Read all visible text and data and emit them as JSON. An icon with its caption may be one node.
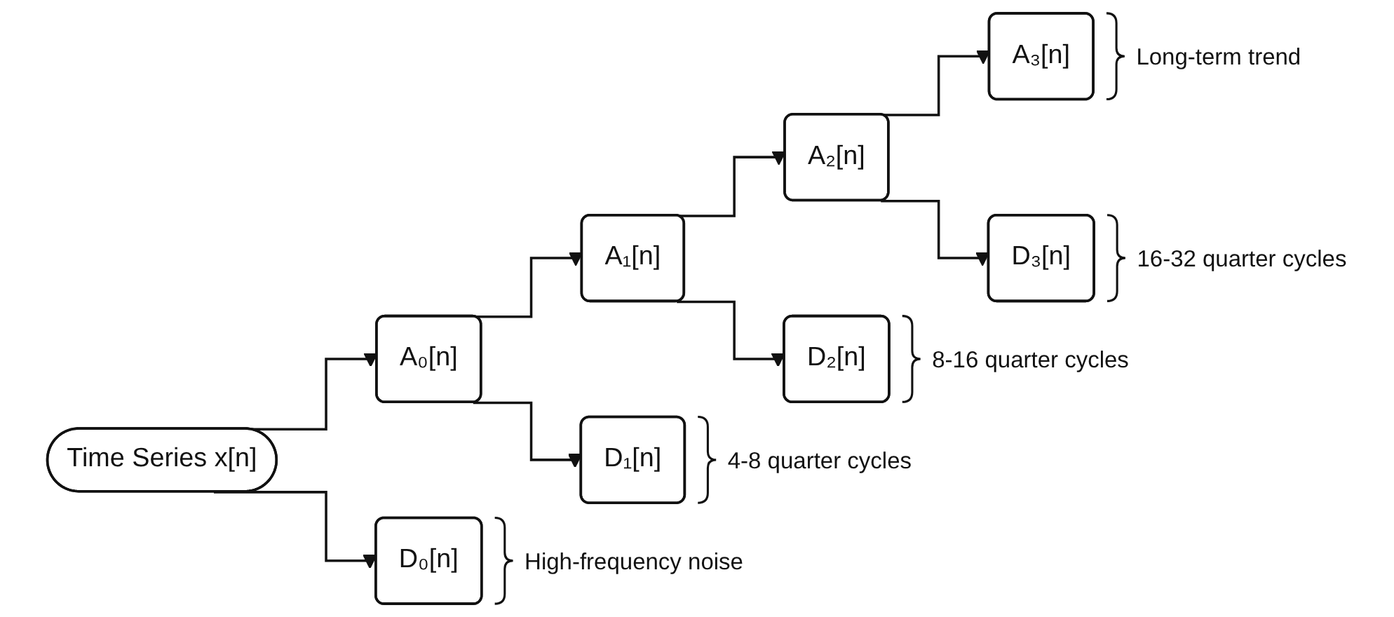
{
  "diagram": {
    "nodes": [
      {
        "text": [
          "Time Series x[n]"
        ]
      },
      {
        "text": [
          "A₀[n]"
        ]
      },
      {
        "text": [
          "D₀[n]"
        ],
        "beside": [
          "High-frequency noise"
        ]
      },
      {
        "text": [
          "A₁[n]"
        ]
      },
      {
        "text": [
          "D₁[n]"
        ],
        "beside": [
          "4-8 quarter cycles"
        ]
      },
      {
        "text": [
          "A₂[n]"
        ]
      },
      {
        "text": [
          "D₂[n]"
        ],
        "beside": [
          "8-16 quarter cycles"
        ]
      },
      {
        "text": [
          "A₃[n]"
        ],
        "beside": [
          "Long-term trend"
        ]
      },
      {
        "text": [
          "D₃[n]"
        ],
        "beside": [
          "16-32 quarter cycles"
        ]
      }
    ],
    "edges": [
      {
        "from": 0,
        "to": 1,
        "arrow": "to"
      },
      {
        "from": 0,
        "to": 2,
        "arrow": "to"
      },
      {
        "from": 1,
        "to": 3,
        "arrow": "to"
      },
      {
        "from": 1,
        "to": 4,
        "arrow": "to"
      },
      {
        "from": 3,
        "to": 5,
        "arrow": "to"
      },
      {
        "from": 3,
        "to": 6,
        "arrow": "to"
      },
      {
        "from": 5,
        "to": 7,
        "arrow": "to"
      },
      {
        "from": 5,
        "to": 8,
        "arrow": "to"
      }
    ]
  }
}
